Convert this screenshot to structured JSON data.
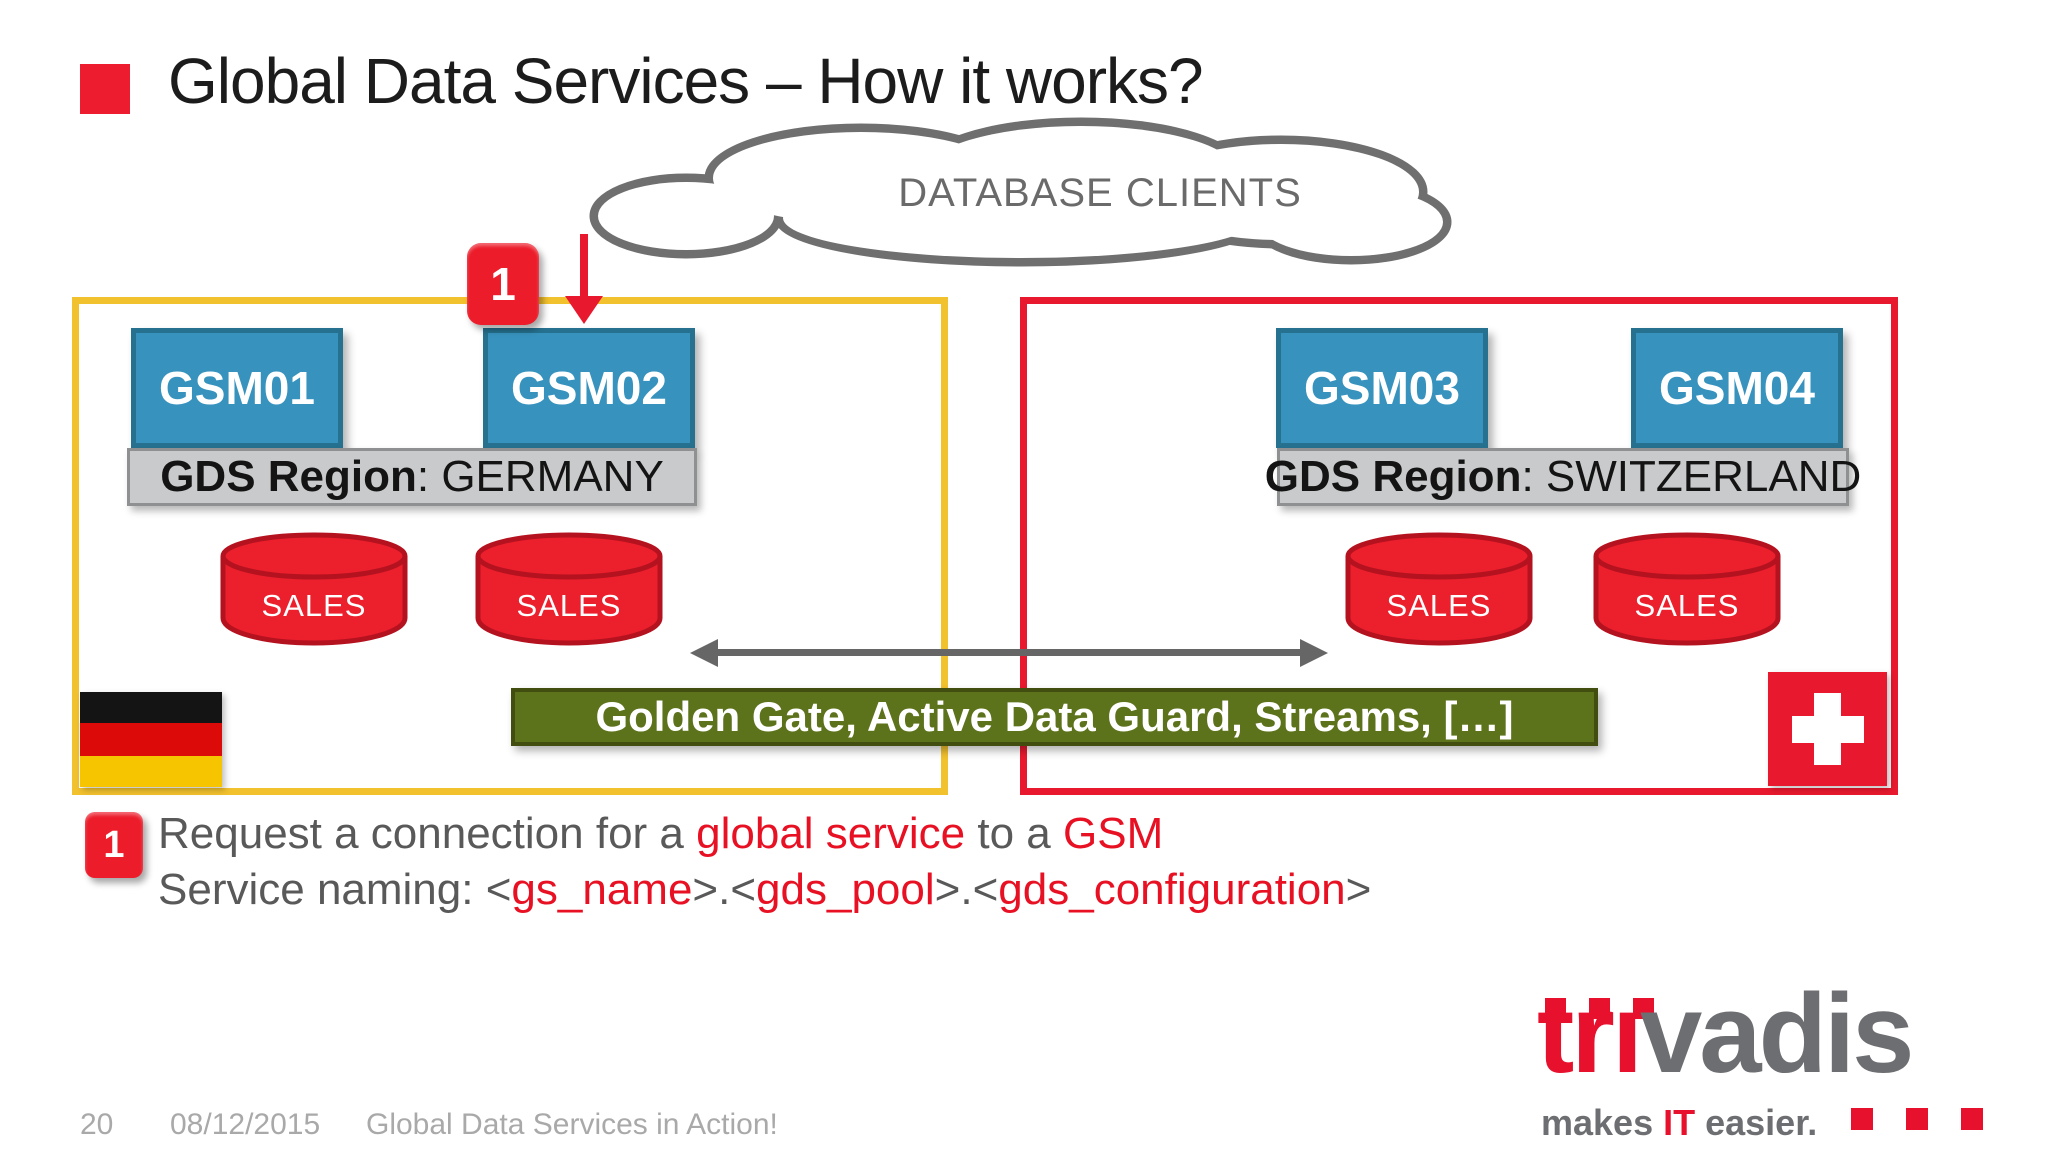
{
  "title": "Global Data Services – How it works?",
  "cloud_label": "DATABASE CLIENTS",
  "step_badge": "1",
  "regions": {
    "germany": {
      "nodes": [
        "GSM01",
        "GSM02"
      ],
      "label_strong": "GDS Region",
      "label_rest": ": GERMANY",
      "databases": [
        "SALES",
        "SALES"
      ]
    },
    "switzerland": {
      "nodes": [
        "GSM03",
        "GSM04"
      ],
      "label_strong": "GDS Region",
      "label_rest": ": SWITZERLAND",
      "databases": [
        "SALES",
        "SALES"
      ]
    }
  },
  "replication_bar_label": "Golden Gate, Active Data Guard, Streams, […]",
  "notes": {
    "badge": "1",
    "line1_parts": [
      "Request a connection for a ",
      "global service",
      " to a ",
      "GSM"
    ],
    "line2_parts": [
      "Service naming: <",
      "gs_name",
      ">.<",
      "gds_pool",
      ">.<",
      "gds_configuration",
      ">"
    ]
  },
  "footer": {
    "page_number": "20",
    "date": "08/12/2015",
    "subtitle": "Global Data Services in Action!"
  },
  "logo": {
    "brand_red": "trı",
    "brand_gray": "vadis",
    "tagline_pre": "makes ",
    "tagline_accent": "IT",
    "tagline_post": " easier."
  },
  "colors": {
    "accent_red": "#E8192E",
    "badge_red": "#EC1C2A",
    "region_yellow": "#F2C12E",
    "node_blue": "#3793BD",
    "region_bar_gray": "#C9CACB",
    "replication_green": "#5C721B",
    "cylinder_red": "#EC1F2D",
    "text_gray": "#595959",
    "logo_red": "#E8112D",
    "logo_gray": "#6D6E71"
  }
}
